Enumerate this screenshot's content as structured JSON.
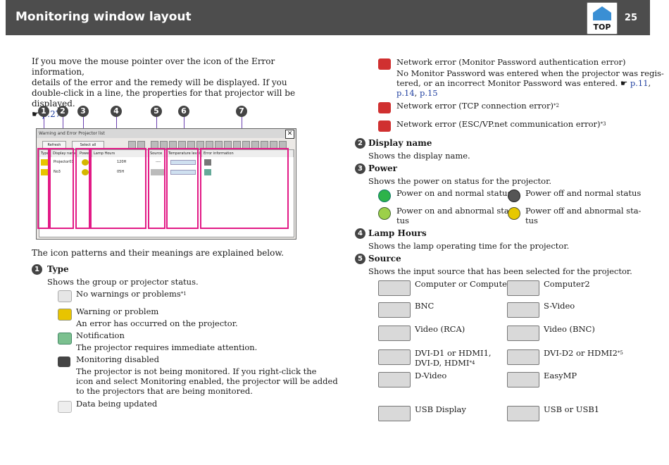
{
  "header": {
    "title": "Monitoring window layout",
    "page_number": "25",
    "top_label": "TOP"
  },
  "intro": {
    "line1": "If you move the mouse pointer over the icon of the Error information,",
    "line2": "details of the error and the remedy will be displayed. If you",
    "line3": "double-click in a line, the properties for that projector will be displayed.",
    "ref_arrow": "☛",
    "ref_link": "p.27"
  },
  "callout_numbers": [
    "1",
    "2",
    "3",
    "4",
    "5",
    "6",
    "7"
  ],
  "screenshot": {
    "window_title": "Warning and Error Projector list",
    "close": "✕",
    "buttons": [
      "Refresh",
      "Select all"
    ],
    "columns": [
      "Type",
      "Display name",
      "Power",
      "Lamp Hours",
      "Source",
      "Temperature level",
      "Error information"
    ],
    "rows": [
      {
        "name": "Projector01",
        "lamp": "120H",
        "source": "----"
      },
      {
        "name": "No3",
        "lamp": "05H",
        "source": ""
      }
    ]
  },
  "explain": "The icon patterns and their meanings are explained below.",
  "type_section": {
    "num": "1",
    "title": "Type",
    "desc": "Shows the group or projector status.",
    "items": [
      {
        "label": "No warnings or problems",
        "sup": "*1",
        "desc": ""
      },
      {
        "label": "Warning or problem",
        "desc": "An error has occurred on the projector."
      },
      {
        "label": "Notification",
        "desc": "The projector requires immediate attention."
      },
      {
        "label": "Monitoring disabled",
        "desc1": "The projector is not being monitored. If you right-click the",
        "desc2": "icon and select Monitoring enabled, the projector will be added",
        "desc3": "to the projectors that are being monitored."
      },
      {
        "label": "Data being updated"
      }
    ]
  },
  "right": {
    "net_pwd": {
      "label": "Network error (Monitor Password authentication error)",
      "d1": "No Monitor Password was entered when the projector was regis-",
      "d2": "tered, or an incorrect Monitor Password was entered.",
      "arrow": "☛",
      "l1": "p.11",
      "l2": "p.14",
      "l3": "p.15"
    },
    "net_tcp": {
      "label": "Network error (TCP connection error)",
      "sup": "*2"
    },
    "net_esc": {
      "label": "Network error (ESC/VP.net communication error)",
      "sup": "*3"
    },
    "display_name": {
      "num": "2",
      "title": "Display name",
      "desc": "Shows the display name."
    },
    "power": {
      "num": "3",
      "title": "Power",
      "desc": "Shows the power on status for the projector.",
      "items": [
        "Power on and normal status",
        "Power off and normal status",
        "Power on and abnormal sta-",
        "tus",
        "Power off and abnormal sta-",
        "tus"
      ]
    },
    "lamp": {
      "num": "4",
      "title": "Lamp Hours",
      "desc": "Shows the lamp operating time for the projector."
    },
    "source": {
      "num": "5",
      "title": "Source",
      "desc": "Shows the input source that has been selected for the projector.",
      "items": [
        {
          "a": "Computer or Computer1",
          "b": "Computer2"
        },
        {
          "a": "BNC",
          "b": "S-Video"
        },
        {
          "a": "Video (RCA)",
          "b": "Video (BNC)"
        },
        {
          "a": "DVI-D1 or HDMI1,",
          "a2": "DVI-D, HDMI",
          "asup": "*4",
          "b": "DVI-D2 or HDMI2",
          "bsup": "*5"
        },
        {
          "a": "D-Video",
          "b": "EasyMP"
        },
        {
          "a": "USB Display",
          "b": "USB or USB1"
        }
      ]
    }
  },
  "colors": {
    "header_bg": "#4d4d4d",
    "callout": "#e21a86",
    "link": "#1f3fa0"
  }
}
